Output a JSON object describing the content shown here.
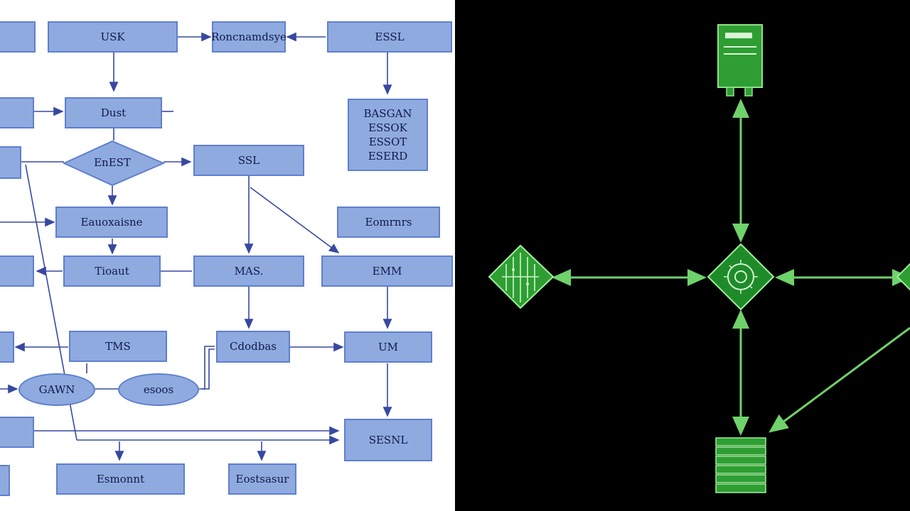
{
  "left_flowchart": {
    "nodes": {
      "edge_a": "",
      "top_1": "USK",
      "top_2": "Roncnamdsye",
      "top_3": "ESSL",
      "edge_b": "",
      "dust": "Dust",
      "stack": "BASGAN\nESSOK\nESSOT\nESERD",
      "edge_c": "",
      "decision": "EnEST",
      "ssl": "SSL",
      "process": "Eauoxaisne",
      "eomrs": "Eomrnrs",
      "edge_d": "",
      "tioaut": "Tioaut",
      "mas": "MAS.",
      "emm": "EMM",
      "edge_e": "",
      "tms": "TMS",
      "cdbas": "Cdodbas",
      "um": "UM",
      "oval_1": "GAWN",
      "oval_2": "esoos",
      "edge_f": "",
      "sesnl": "SESNL",
      "edge_g": "",
      "bottom_1": "Esmonnt",
      "bottom_2": "Eostsasur"
    }
  },
  "right_network": {
    "accent": "#2e9e33",
    "line": "#6fd26a"
  }
}
